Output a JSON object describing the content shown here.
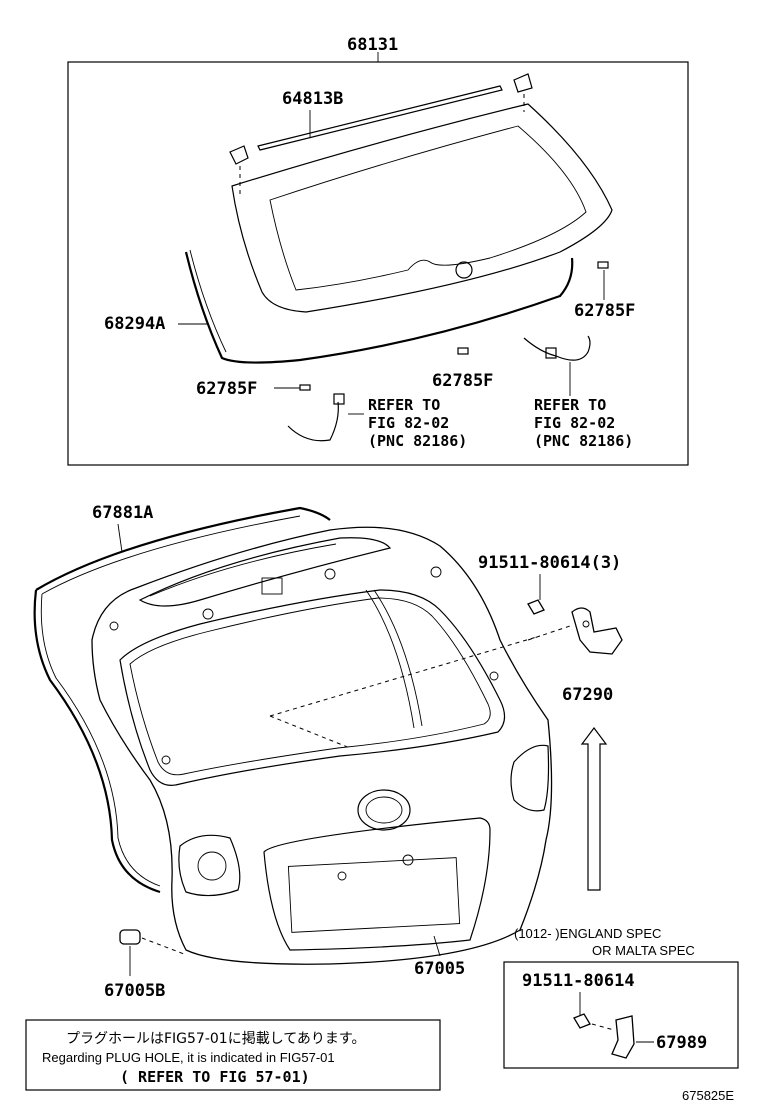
{
  "labels": {
    "p68131": "68131",
    "p64813B": "64813B",
    "p68294A": "68294A",
    "p62785F_right": "62785F",
    "p62785F_mid": "62785F",
    "p62785F_left": "62785F",
    "p67881A": "67881A",
    "p91511_3": "91511-80614(3)",
    "p67290": "67290",
    "p67005": "67005",
    "p67005B": "67005B",
    "p91511": "91511-80614",
    "p67989": "67989"
  },
  "refer_left": {
    "line1": "REFER TO",
    "line2": "FIG 82-02",
    "line3": "(PNC 82186)"
  },
  "refer_right": {
    "line1": "REFER TO",
    "line2": "FIG 82-02",
    "line3": "(PNC 82186)"
  },
  "spec_note": {
    "line1": "(1012-     )ENGLAND SPEC",
    "line2": "OR MALTA SPEC"
  },
  "plug_note": {
    "japanese": "プラグホールはFIG57-01に掲載してあります。",
    "english": "Regarding PLUG HOLE, it is indicated in FIG57-01",
    "refer": "( REFER TO FIG 57-01)"
  },
  "footer_code": "675825E"
}
